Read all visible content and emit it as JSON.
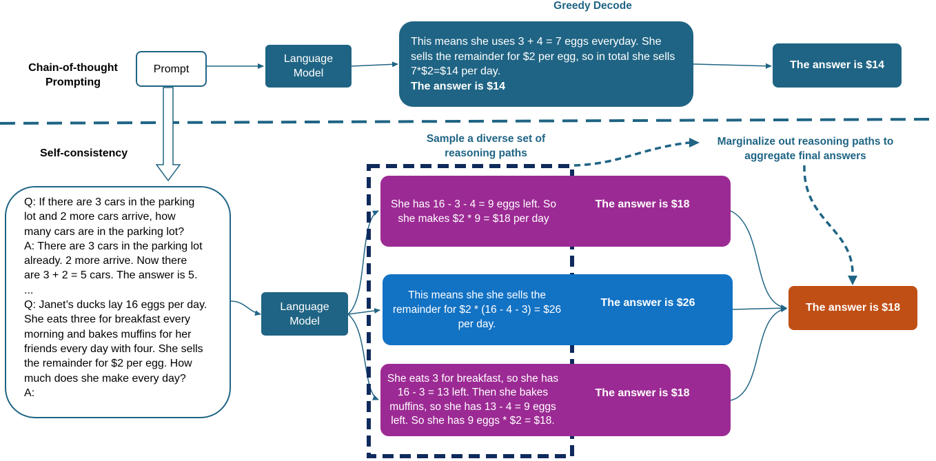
{
  "labels": {
    "chain_of_thought": "Chain-of-thought Prompting",
    "self_consistency": "Self-consistency",
    "greedy_decode": "Greedy Decode",
    "sample_paths": "Sample a diverse set of reasoning paths",
    "marginalize": "Marginalize out reasoning paths to aggregate final answers"
  },
  "prompt": {
    "label": "Prompt"
  },
  "language_model": {
    "label": "Language Model"
  },
  "greedy": {
    "text": "This means she uses 3 + 4 = 7 eggs everyday. She sells  the remainder  for $2 per egg, so in total she sells 7*$2=$14 per day.",
    "answer_bold": "The answer is $14",
    "result": "The answer is $14"
  },
  "question": {
    "lines": [
      "Q: If there are 3 cars in the parking",
      "lot and 2 more cars arrive, how",
      "many cars are in the parking lot?",
      "A: There are 3 cars in the parking lot",
      "already. 2 more arrive. Now there",
      "are 3 + 2 = 5 cars. The answer is 5.",
      "...",
      "Q: Janet’s ducks lay 16 eggs per day.",
      "She eats three for breakfast every",
      "morning and bakes muffins for her",
      "friends every day with four. She sells",
      "the remainder for $2 per egg. How",
      "much does she make every day?",
      "A:"
    ]
  },
  "paths": [
    {
      "reasoning": "She has 16 - 3 - 4 = 9 eggs left. So she makes $2 * 9 = $18 per day",
      "answer": "The answer is $18",
      "color": "#9c2a94"
    },
    {
      "reasoning": "This means she she sells the remainder for $2 * (16 - 4 - 3) = $26 per day.",
      "answer": "The answer is $26",
      "color": "#1272c4"
    },
    {
      "reasoning": "She eats 3 for breakfast, so she has 16 - 3 = 13 left. Then she bakes muffins, so she has 13 - 4 = 9 eggs left. So she has 9 eggs * $2 = $18.",
      "answer": "The answer is $18",
      "color": "#9c2a94"
    }
  ],
  "final": {
    "answer": "The answer is $18",
    "color": "#c04f15"
  },
  "colors": {
    "teal": "#1f6484",
    "navy": "#0f2a5c"
  }
}
